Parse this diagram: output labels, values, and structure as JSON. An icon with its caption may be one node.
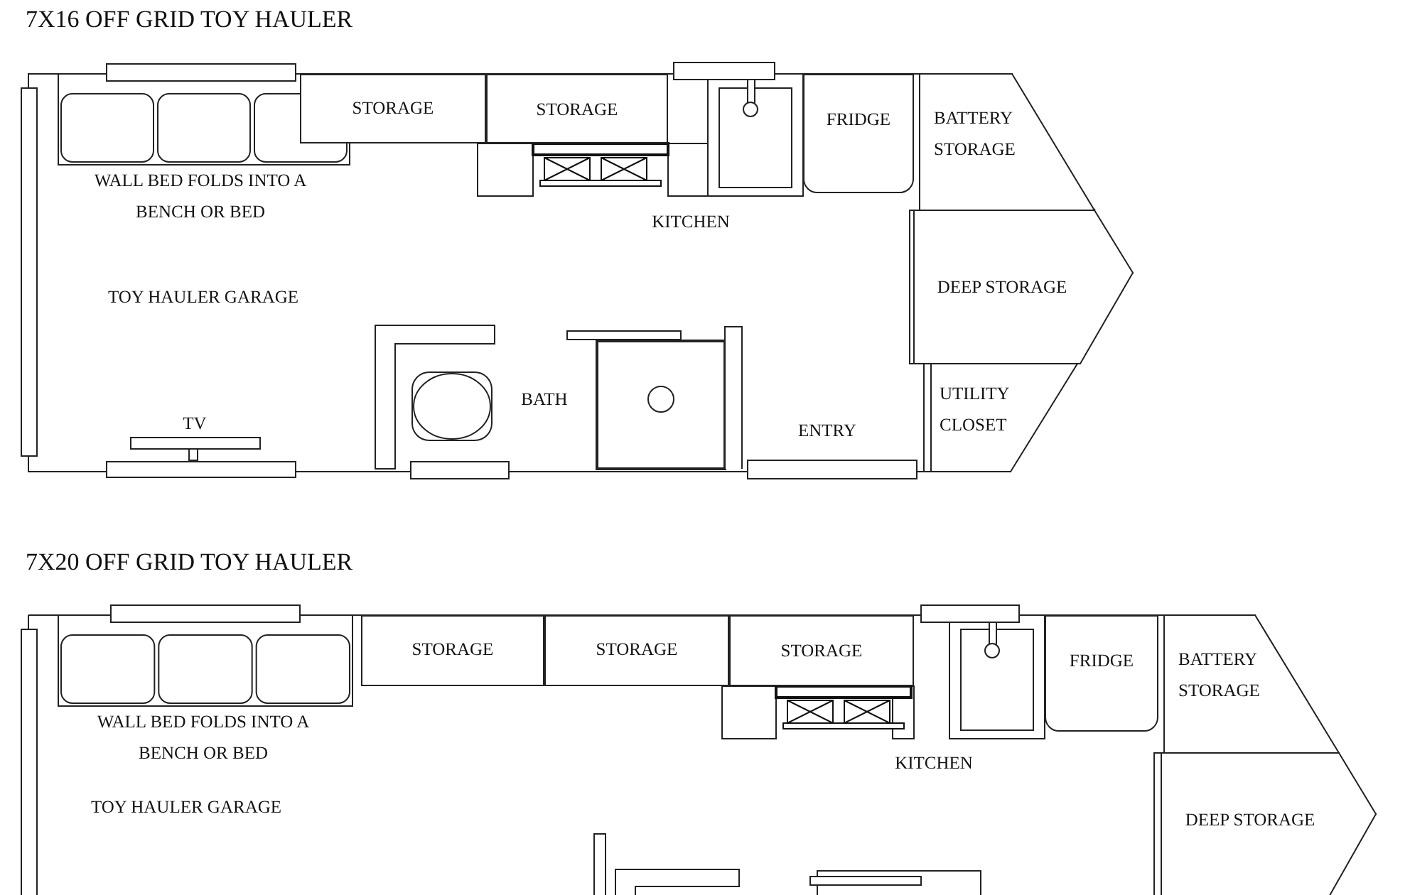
{
  "diagram": {
    "title": "7X16 OFF GRID TOY HAULER",
    "nodes": [
      {
        "text": [
          "STORAGE"
        ]
      },
      {
        "text": [
          "STORAGE"
        ]
      },
      {
        "text": [
          "FRIDGE"
        ]
      },
      {
        "text": [
          "BATTERY STORAGE"
        ]
      },
      {
        "text": [
          "DEEP STORAGE"
        ]
      },
      {
        "text": [
          "UTILITY CLOSET"
        ]
      },
      {
        "text": [
          "STORAGE"
        ]
      },
      {
        "text": [
          "STORAGE"
        ]
      },
      {
        "text": [
          "STORAGE"
        ]
      },
      {
        "text": [
          "FRIDGE"
        ]
      },
      {
        "text": [
          "BATTERY STORAGE"
        ]
      },
      {
        "text": [
          "DEEP STORAGE"
        ]
      }
    ],
    "labels": [
      "WALL BED FOLDS INTO A BENCH OR BED",
      "KITCHEN",
      "TOY HAULER GARAGE",
      "BATH",
      "TV",
      "ENTRY",
      "7X20 OFF GRID TOY HAULER",
      "WALL BED FOLDS INTO A BENCH OR BED",
      "KITCHEN",
      "TOY HAULER GARAGE"
    ]
  }
}
